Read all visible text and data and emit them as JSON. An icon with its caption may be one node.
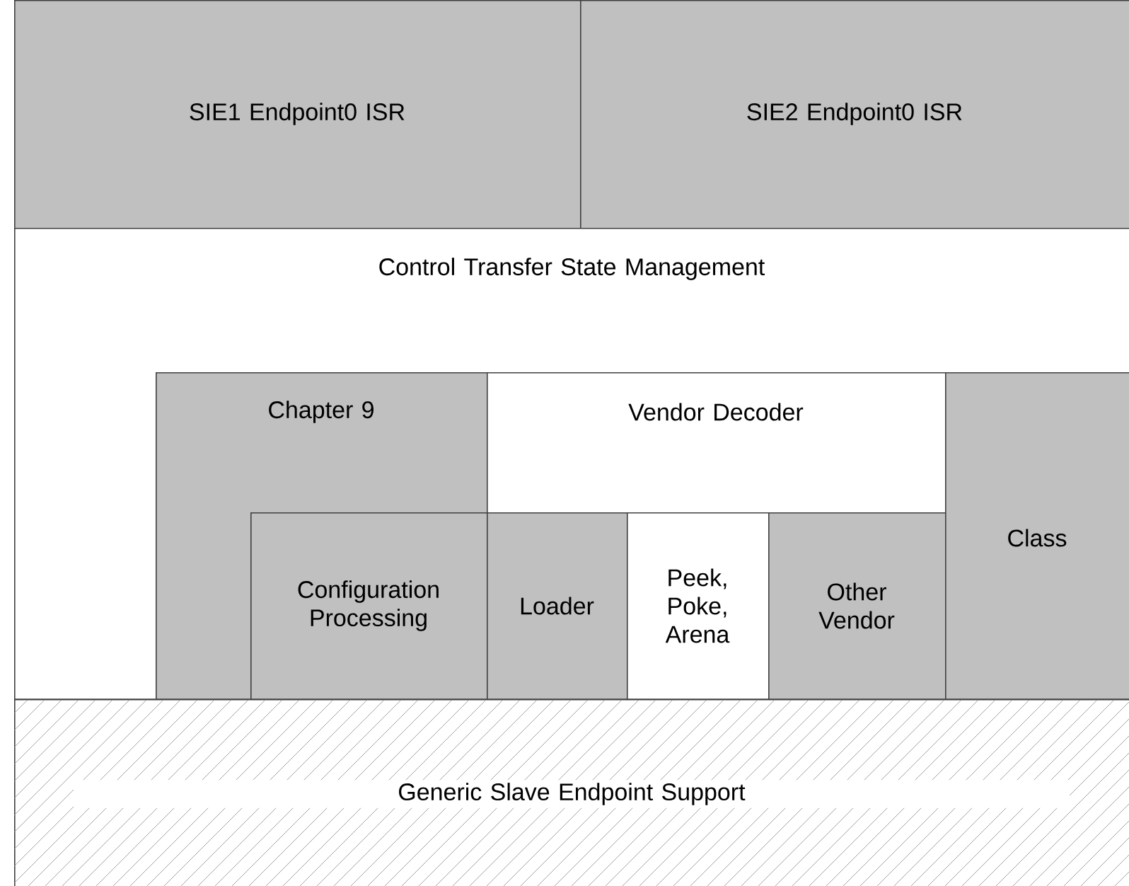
{
  "diagram": {
    "nodes": [
      {
        "text": [
          "SIE1 Endpoint0 ISR"
        ]
      },
      {
        "text": [
          "SIE2 Endpoint0 ISR"
        ]
      },
      {
        "text": [
          "Control Transfer State Management"
        ]
      },
      {
        "text": [
          "Chapter 9"
        ],
        "in": 2
      },
      {
        "text": [
          "Configuration Processing"
        ],
        "in": 3
      },
      {
        "text": [
          "Vendor Decoder"
        ],
        "in": 2
      },
      {
        "text": [
          "Loader"
        ],
        "in": 5
      },
      {
        "text": [
          "Peek, Poke, Arena"
        ],
        "in": 5
      },
      {
        "text": [
          "Other Vendor"
        ],
        "in": 5
      },
      {
        "text": [
          "Class"
        ],
        "in": 2
      },
      {
        "text": [
          "Generic Slave Endpoint Support"
        ]
      }
    ],
    "edges": []
  }
}
